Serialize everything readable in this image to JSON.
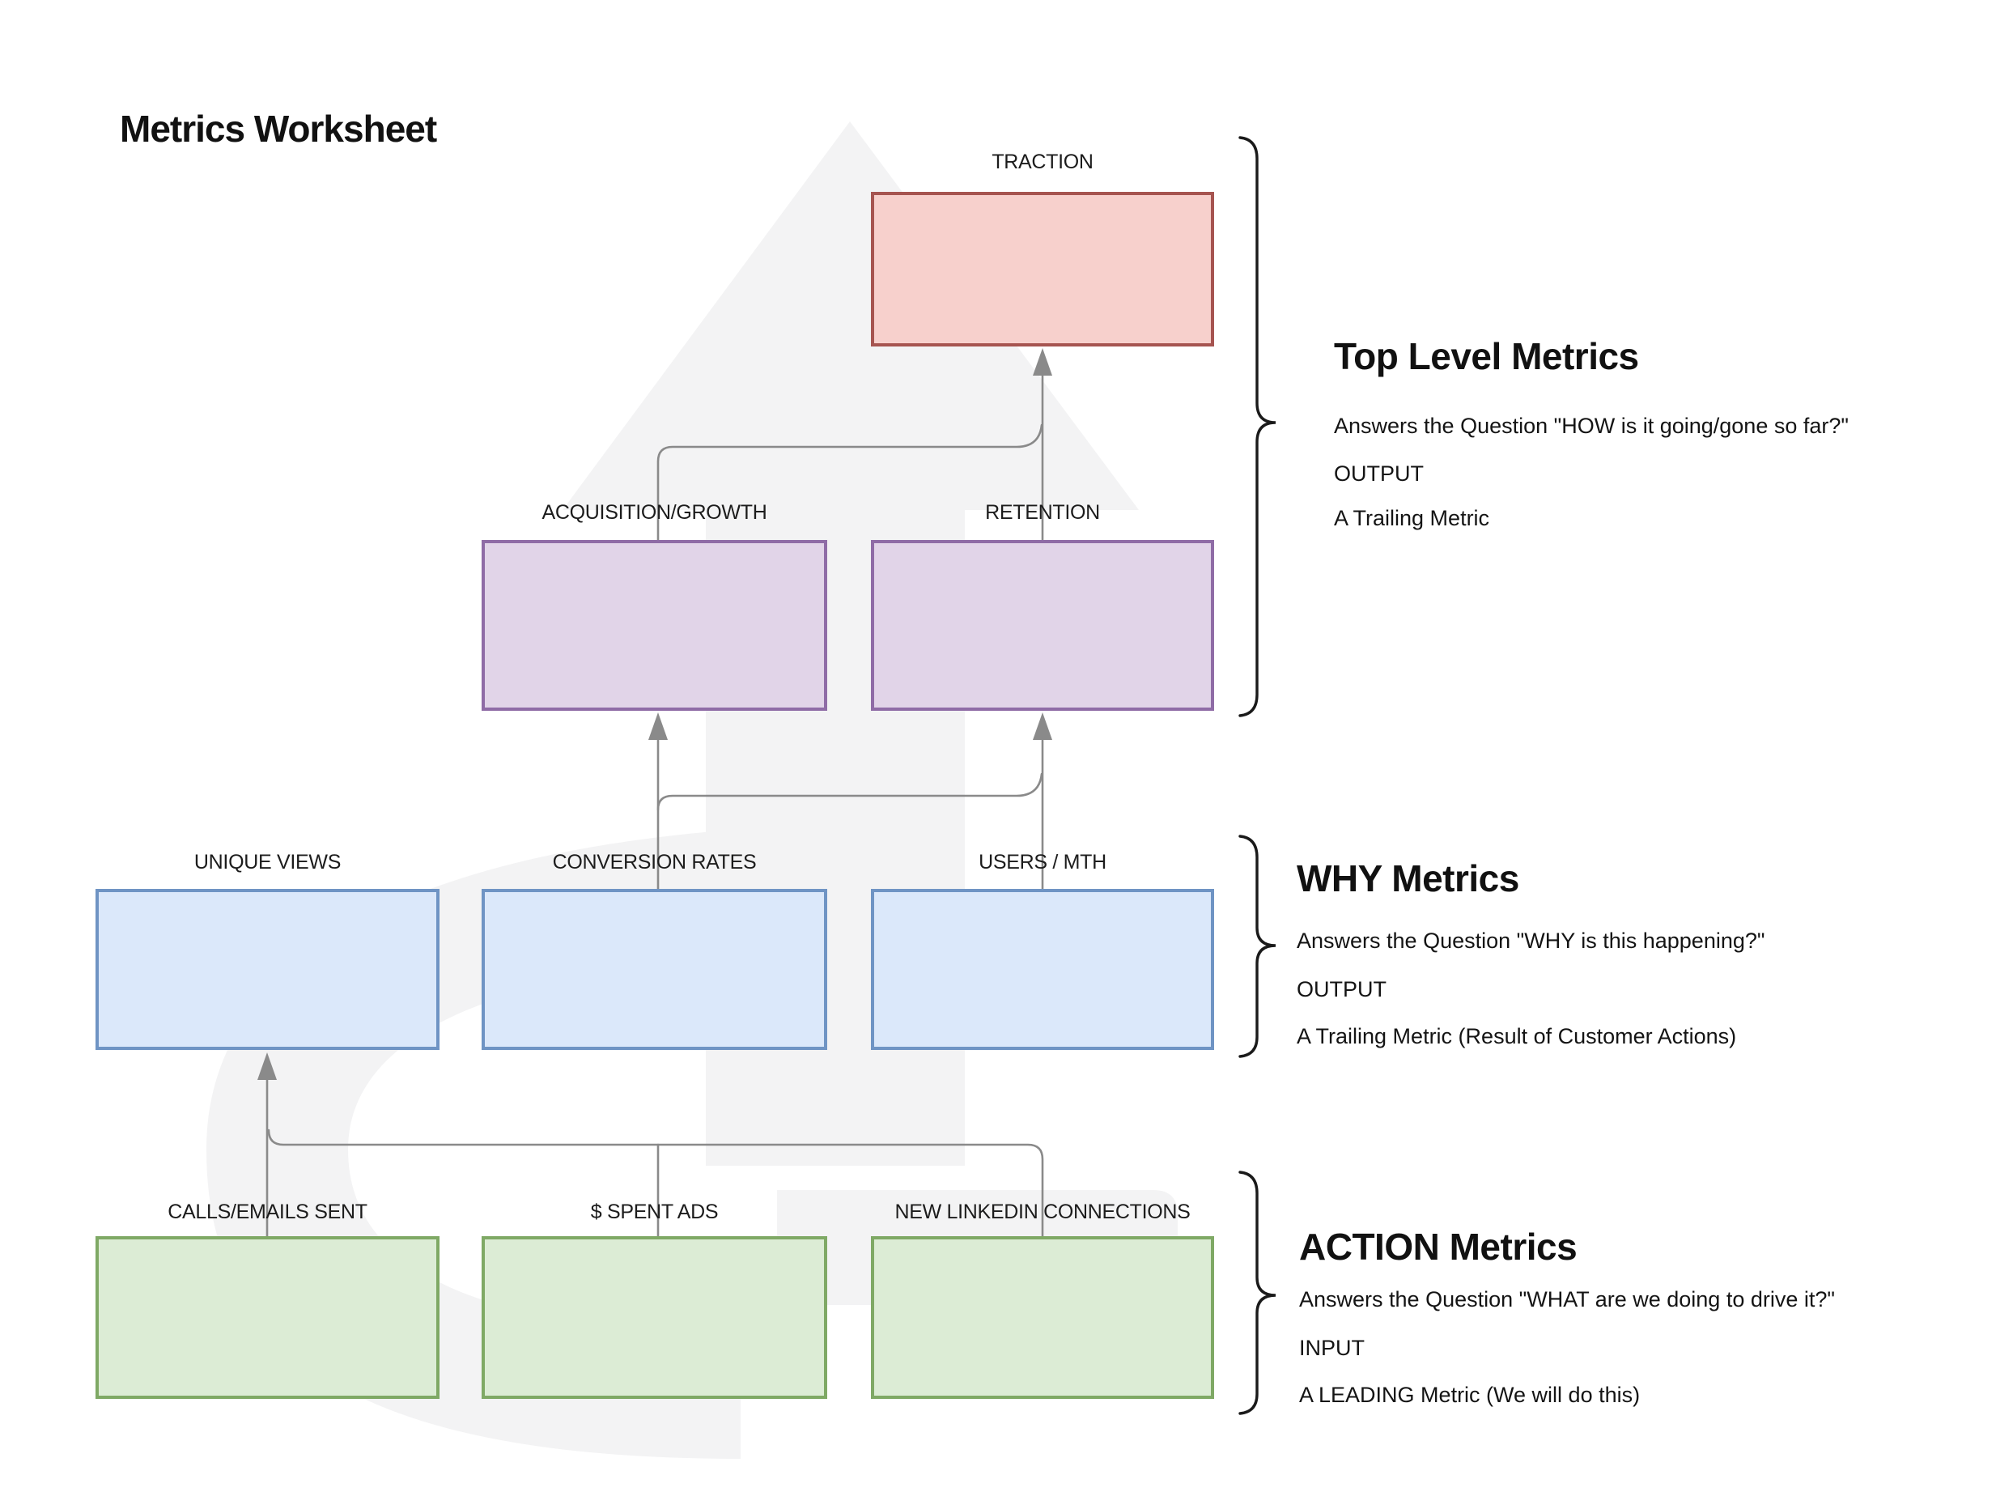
{
  "title": "Metrics Worksheet",
  "boxes": {
    "traction": {
      "label": "TRACTION"
    },
    "acquisition": {
      "label": "ACQUISITION/GROWTH"
    },
    "retention": {
      "label": "RETENTION"
    },
    "unique_views": {
      "label": "UNIQUE VIEWS"
    },
    "conversion_rates": {
      "label": "CONVERSION RATES"
    },
    "users_mth": {
      "label": "USERS / MTH"
    },
    "calls_emails": {
      "label": "CALLS/EMAILS SENT"
    },
    "spent_ads": {
      "label": "$ SPENT ADS"
    },
    "linkedin": {
      "label": "NEW LINKEDIN CONNECTIONS"
    }
  },
  "sections": {
    "top_level": {
      "heading": "Top Level Metrics",
      "line1": "Answers the Question \"HOW is it going/gone so far?\"",
      "line2": "OUTPUT",
      "line3": "A Trailing Metric"
    },
    "why": {
      "heading": "WHY Metrics",
      "line1": "Answers the Question \"WHY is this happening?\"",
      "line2": "OUTPUT",
      "line3": "A Trailing Metric (Result of Customer Actions)"
    },
    "action": {
      "heading": "ACTION Metrics",
      "line1": "Answers the Question \"WHAT are we doing to drive it?\"",
      "line2": "INPUT",
      "line3": "A LEADING Metric (We will do this)"
    }
  },
  "colors": {
    "red_fill": "#f7d0cc",
    "red_border": "#a65450",
    "purple_fill": "#e1d4e8",
    "purple_border": "#8f6ca6",
    "blue_fill": "#dbe8fa",
    "blue_border": "#6f94c4",
    "green_fill": "#dcecd5",
    "green_border": "#7fa965",
    "line": "#8a8a8a",
    "brace": "#1a1a1a",
    "watermark": "#f3f3f4",
    "text": "#111111"
  }
}
